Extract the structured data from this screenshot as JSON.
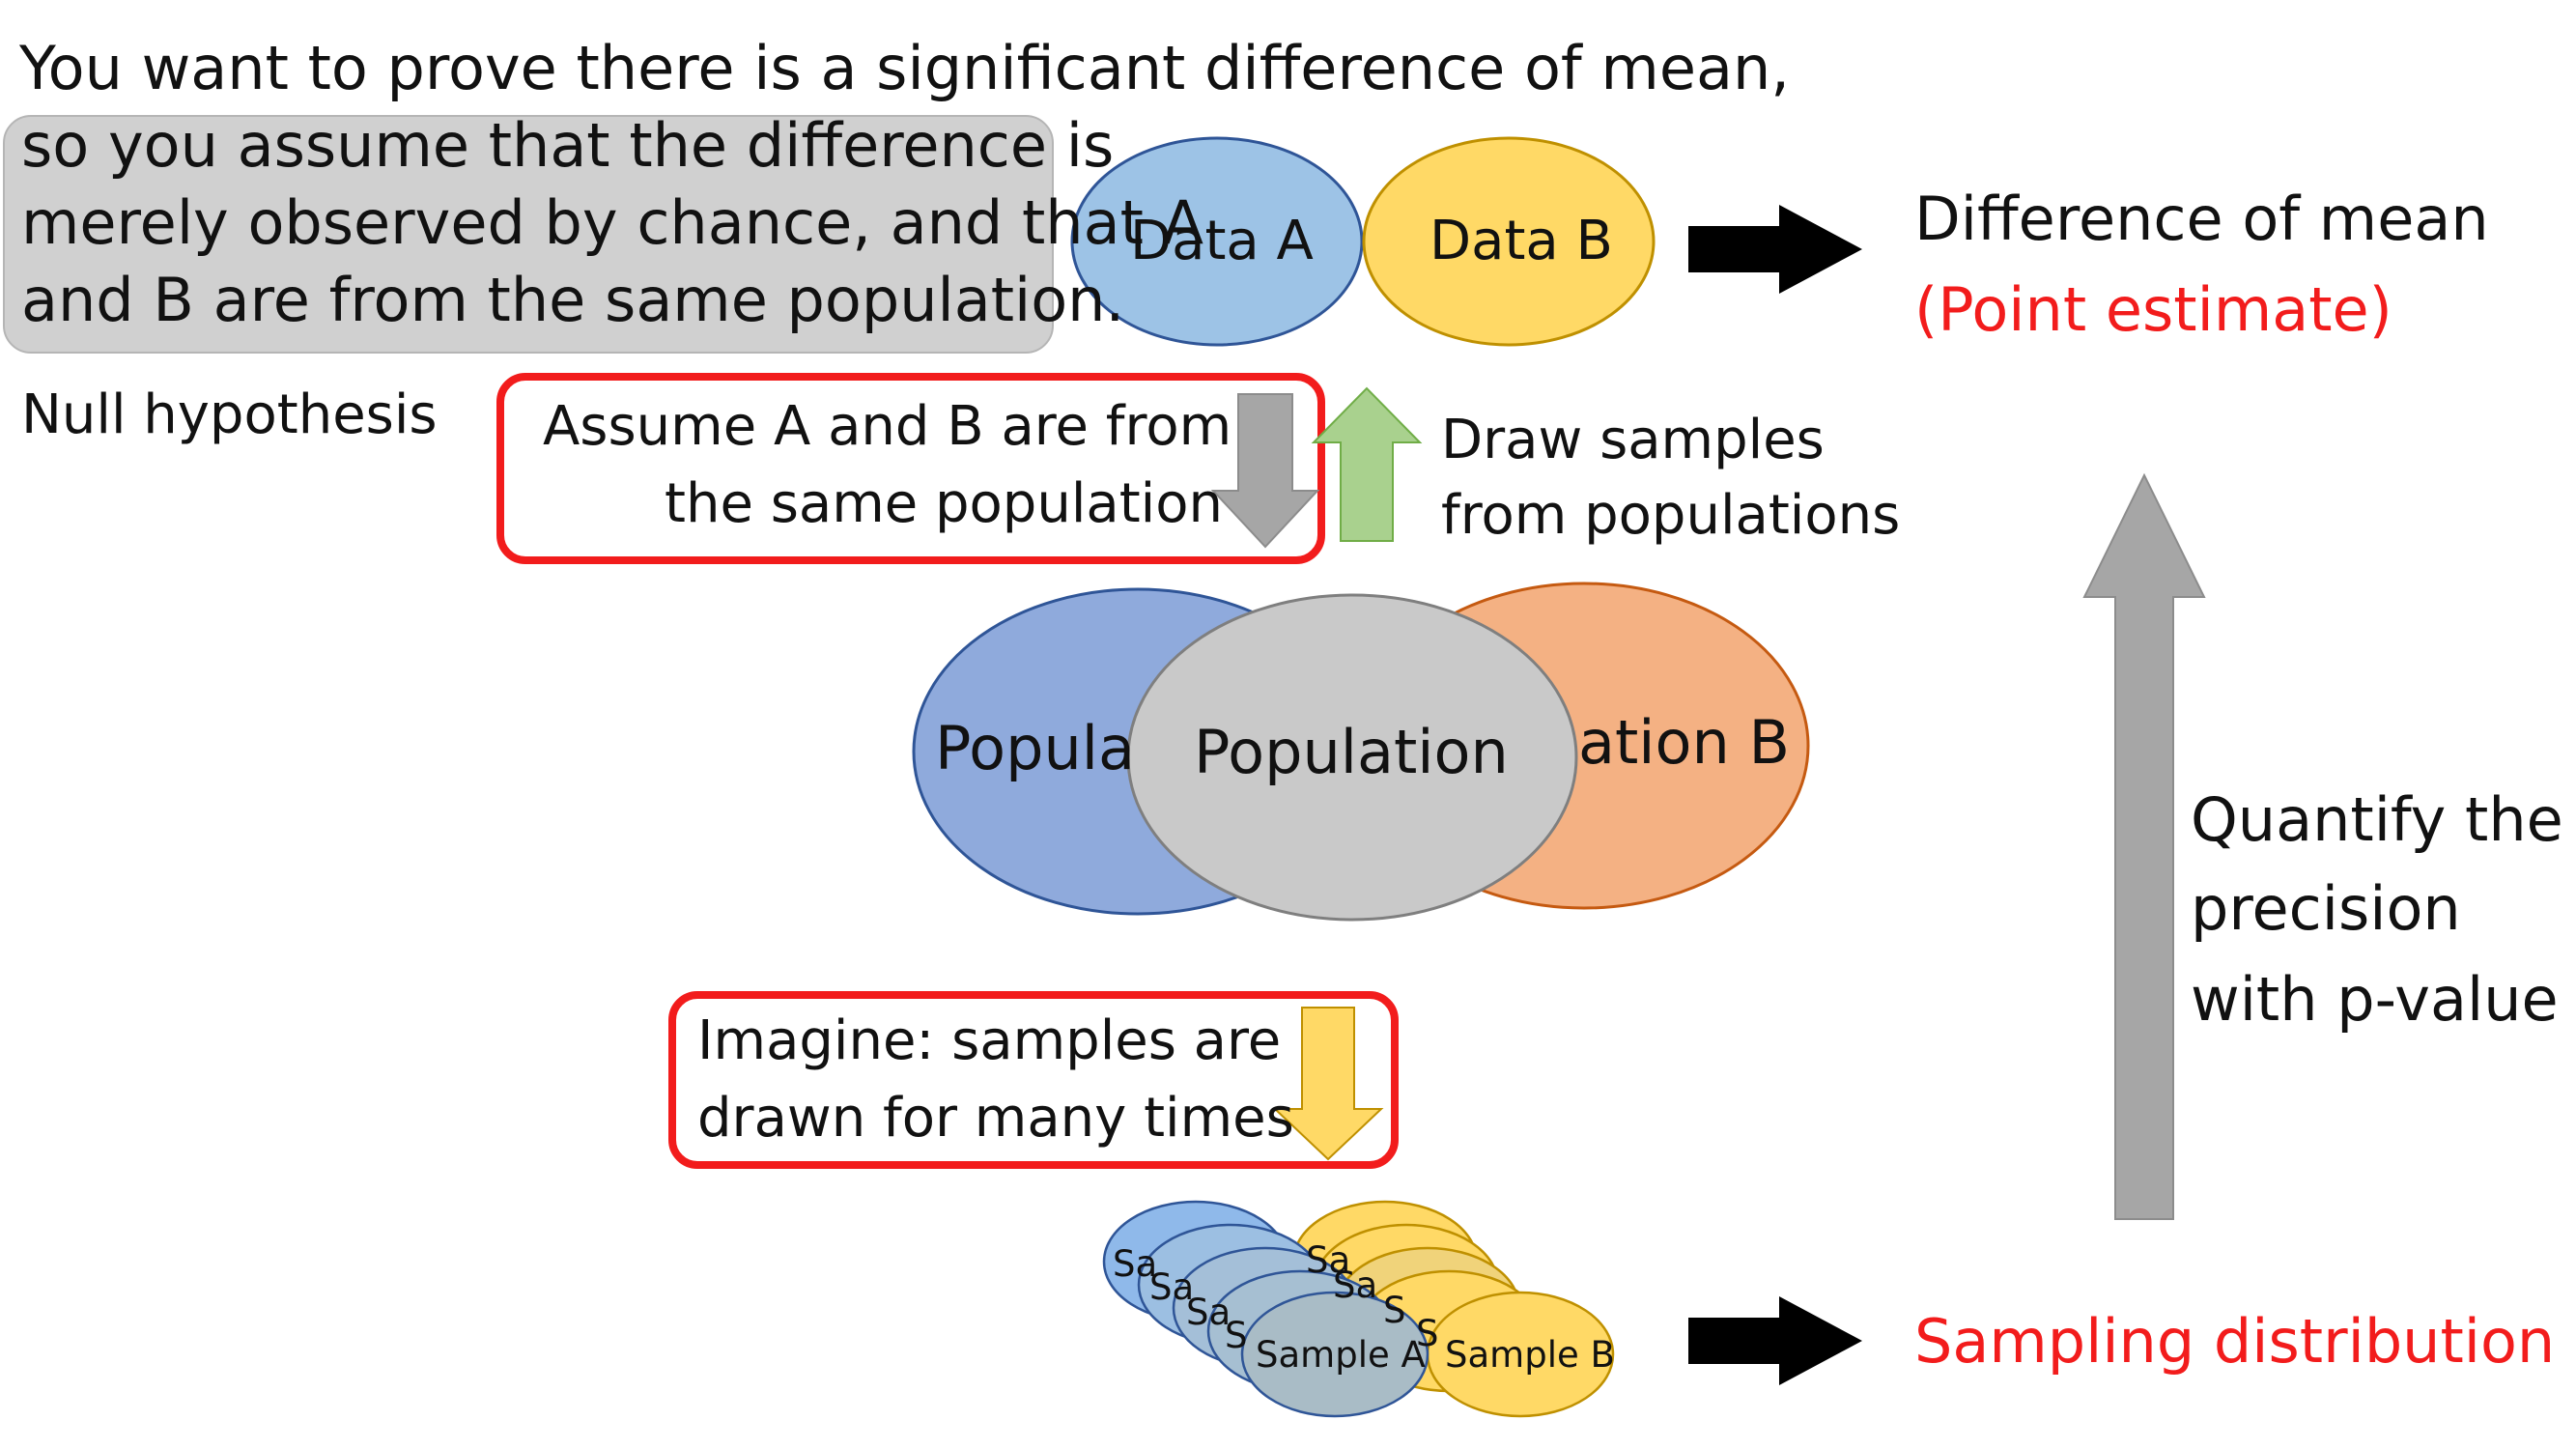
{
  "intro": {
    "line1": "You want to prove there is a significant difference of mean,",
    "box_lines": [
      "so you assume that the difference is",
      "merely observed by chance, and that A",
      "and B are from the same population."
    ]
  },
  "null_hypothesis_label": "Null hypothesis",
  "data_a": "Data A",
  "data_b": "Data B",
  "difference_of_mean": "Difference of mean",
  "point_estimate": "(Point estimate)",
  "assume_box": {
    "line1": "Assume A and B are from",
    "line2": "the same population"
  },
  "draw_samples": {
    "line1": "Draw samples",
    "line2": "from populations"
  },
  "population_a_visible": "Popula",
  "population_b_visible": "ation B",
  "population": "Population",
  "imagine_box": {
    "line1": "Imagine: samples are",
    "line2": "drawn for many times"
  },
  "sample_a": "Sample A",
  "sample_b": "Sample B",
  "sample_a_partial": [
    "Sa",
    "Sa",
    "Sa",
    "S"
  ],
  "sample_b_partial": [
    "Sa",
    "Sa",
    "S",
    "S"
  ],
  "sampling_distribution": "Sampling distribution",
  "quantify": {
    "line1": "Quantify the",
    "line2": "precision",
    "line3": "with p-value"
  },
  "colors": {
    "data_a_fill": "#9dc3e6",
    "data_a_stroke": "#2f5597",
    "data_b_fill": "#ffd966",
    "data_b_stroke": "#bf9000",
    "population_a_fill": "#8faadc",
    "population_b_fill": "#f4b183",
    "population_fill": "#c9c9c9",
    "red": "#f21c1c",
    "gray_arrow": "#a6a6a6",
    "green_arrow": "#a9d18e",
    "yellow_arrow": "#ffd966",
    "intro_box": "#d0d0d0"
  }
}
